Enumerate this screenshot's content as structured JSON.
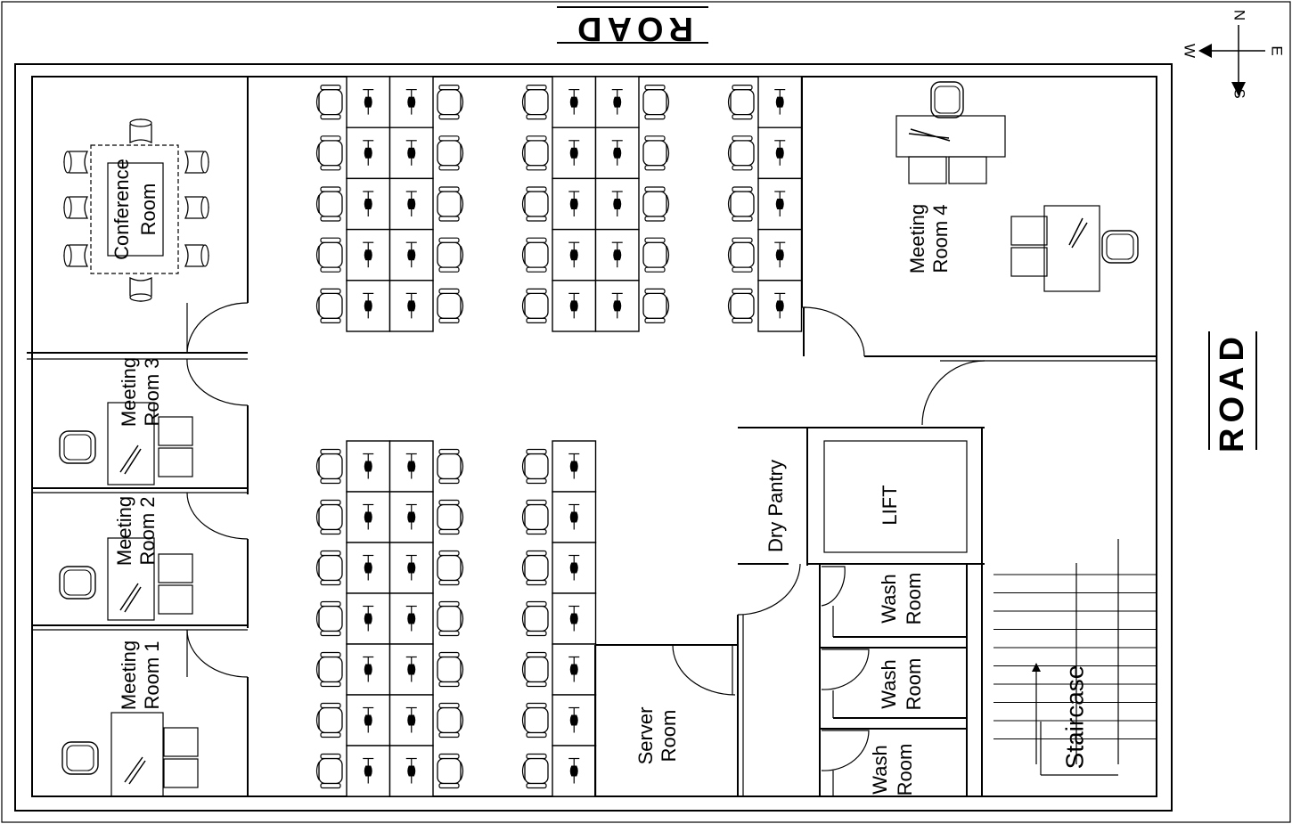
{
  "road_top": "ROAD",
  "road_right": "ROAD",
  "compass": {
    "n": "N",
    "e": "E",
    "s": "S",
    "w": "W"
  },
  "rooms": {
    "conference_line1": "Conference",
    "conference_line2": "Room",
    "meeting4_line1": "Meeting",
    "meeting4_line2": "Room 4",
    "meeting3_line1": "Meeting",
    "meeting3_line2": "Room 3",
    "meeting2_line1": "Meeting",
    "meeting2_line2": "Room 2",
    "meeting1_line1": "Meeting",
    "meeting1_line2": "Room 1",
    "dry_pantry": "Dry Pantry",
    "lift": "LIFT",
    "server_line1": "Server",
    "server_line2": "Room",
    "wash_line1": "Wash",
    "wash_line2": "Room",
    "staircase": "Staircase"
  }
}
